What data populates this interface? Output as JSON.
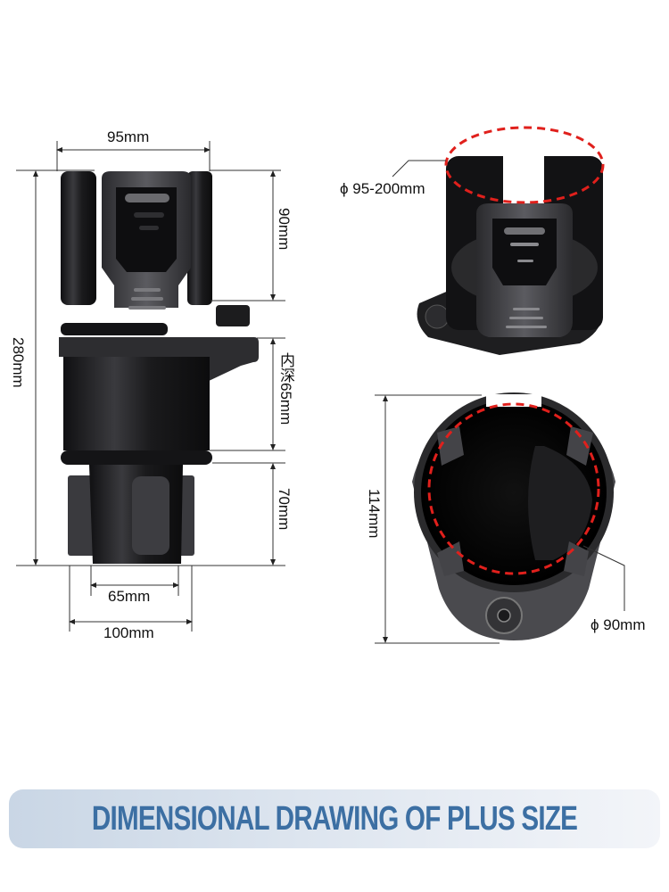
{
  "banner": {
    "title": "DIMENSIONAL DRAWING OF PLUS SIZE",
    "text_color": "#3C6FA3",
    "gradient_start": "#C9D6E5",
    "gradient_end": "#F3F5F9"
  },
  "side_view": {
    "top_width": "95mm",
    "total_height": "280mm",
    "upper_cup_height": "90mm",
    "inner_depth": "内深65mm",
    "base_height": "70mm",
    "base_inner_width": "65mm",
    "base_outer_width": "100mm"
  },
  "perspective_view": {
    "expand_diameter": "ϕ 95-200mm"
  },
  "top_view": {
    "length": "114mm",
    "cup_diameter": "ϕ 90mm"
  },
  "colors": {
    "product_body": "#1C1C1E",
    "product_highlight": "#5A5A5E",
    "dimension_line": "#333333",
    "dashed_outline": "#E0201C"
  }
}
